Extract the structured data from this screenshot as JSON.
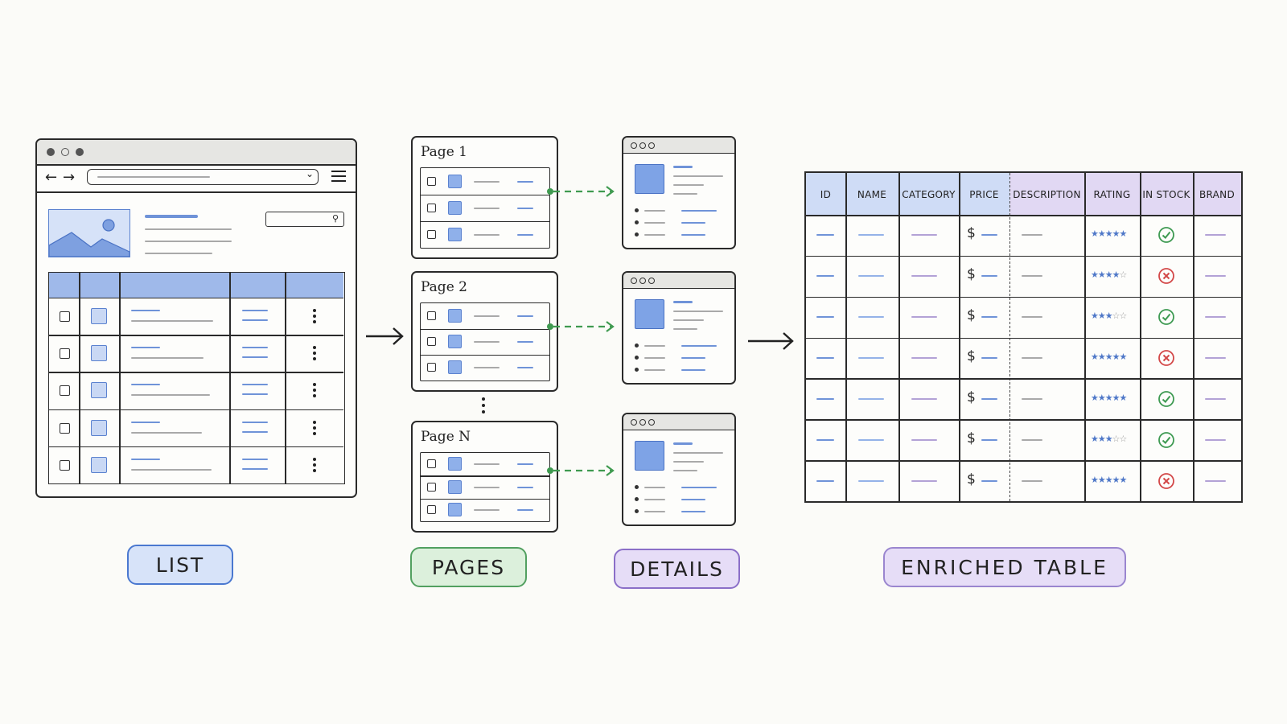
{
  "stages": {
    "list_label": "LIST",
    "pages_label": "PAGES",
    "details_label": "DETAILS",
    "enriched_label": "ENRICHED TABLE"
  },
  "pages": [
    {
      "title": "Page 1"
    },
    {
      "title": "Page 2"
    },
    {
      "title": "Page N"
    }
  ],
  "enriched_table": {
    "columns": [
      "ID",
      "NAME",
      "CATEGORY",
      "PRICE",
      "DESCRIPTION",
      "RATING",
      "IN STOCK",
      "BRAND"
    ],
    "currency_symbol": "$",
    "rows": [
      {
        "rating": 5,
        "in_stock": true
      },
      {
        "rating": 4,
        "in_stock": false
      },
      {
        "rating": 3,
        "in_stock": true
      },
      {
        "rating": 5,
        "in_stock": false
      },
      {
        "rating": 5,
        "in_stock": true
      },
      {
        "rating": 3,
        "in_stock": true
      },
      {
        "rating": 5,
        "in_stock": false
      }
    ]
  },
  "colors": {
    "list": "#4a78d0",
    "pages": "#52a060",
    "details": "#8b6fc8",
    "enriched": "#9a86cf",
    "header_blue": "#cfdcf6",
    "header_purple": "#e1d8f3",
    "check": "#3e9a52",
    "cross": "#d34848",
    "star": "#4f78c8"
  }
}
